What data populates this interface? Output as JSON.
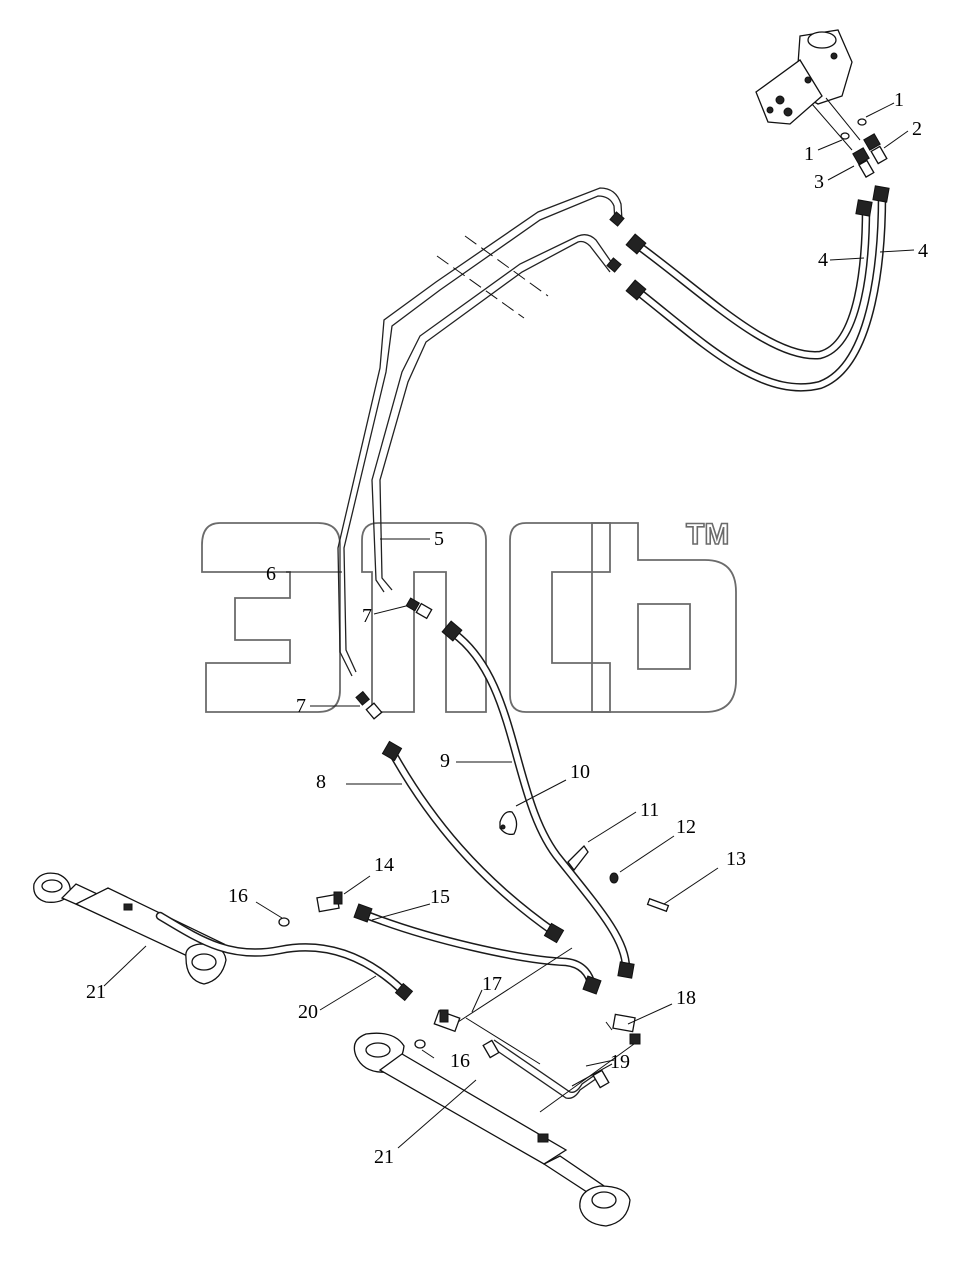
{
  "labels": {
    "p1a": "1",
    "p1b": "1",
    "p2": "2",
    "p3": "3",
    "p4a": "4",
    "p4b": "4",
    "p5": "5",
    "p6": "6",
    "p7a": "7",
    "p7b": "7",
    "p8": "8",
    "p9": "9",
    "p10": "10",
    "p11": "11",
    "p12": "12",
    "p13": "13",
    "p14": "14",
    "p15": "15",
    "p16a": "16",
    "p16b": "16",
    "p17": "17",
    "p18": "18",
    "p19": "19",
    "p20": "20",
    "p21a": "21",
    "p21b": "21"
  },
  "watermark": {
    "tm": "TM"
  },
  "colors": {
    "lines": "#111111",
    "watermark_outline": "#6b6b6b",
    "background": "#ffffff"
  }
}
